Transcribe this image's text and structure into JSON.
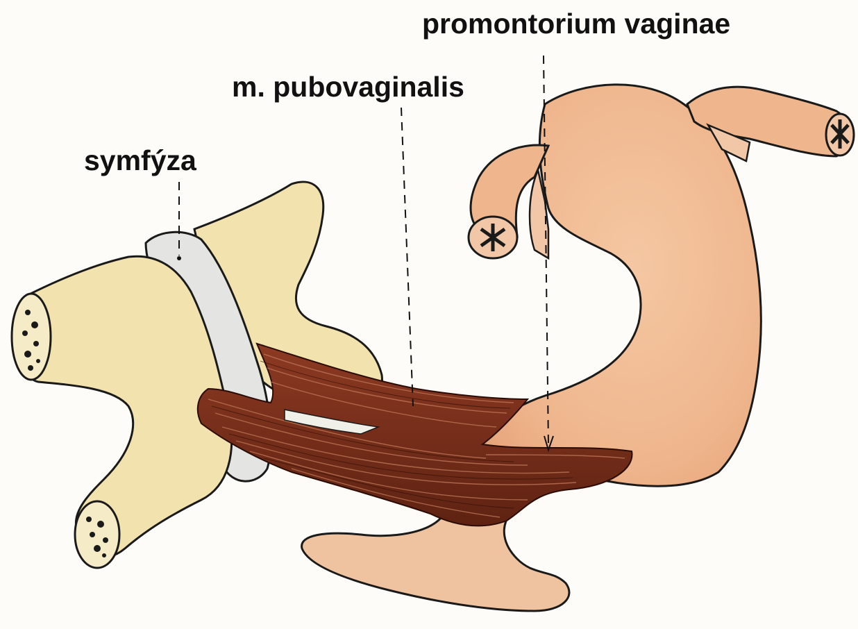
{
  "labels": {
    "promontorium": "promontorium vaginae",
    "pubovaginalis": "m. pubovaginalis",
    "symfyza": "symfýza"
  },
  "colors": {
    "background": "#fdfcf8",
    "bone": "#f2e2ad",
    "bone_cut": "#f6ebc7",
    "symphysis_disc": "#e4e5e2",
    "muscle": "#7a2e1a",
    "organ": "#f2bf98",
    "outline": "#1a1a1a"
  }
}
